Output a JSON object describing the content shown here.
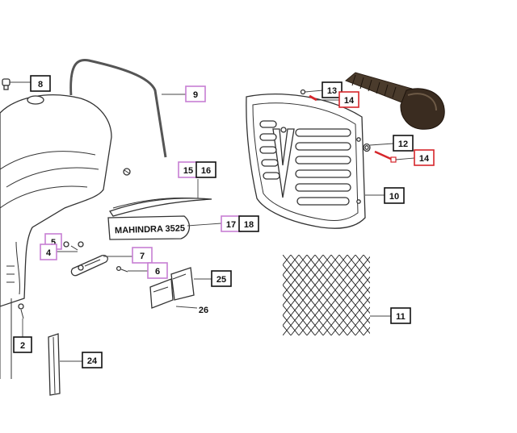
{
  "decal_text": "MAHINDRA 3525",
  "colors": {
    "black_box": "#111111",
    "purple_box": "#c77fd3",
    "red_box": "#d6262b"
  },
  "callouts": [
    {
      "id": "c8",
      "text": "8",
      "style": "black"
    },
    {
      "id": "c9",
      "text": "9",
      "style": "purple"
    },
    {
      "id": "c13",
      "text": "13",
      "style": "black"
    },
    {
      "id": "c14a",
      "text": "14",
      "style": "red"
    },
    {
      "id": "c12",
      "text": "12",
      "style": "black"
    },
    {
      "id": "c14b",
      "text": "14",
      "style": "red"
    },
    {
      "id": "c15",
      "text": "15",
      "style": "purple"
    },
    {
      "id": "c16",
      "text": "16",
      "style": "black"
    },
    {
      "id": "c10",
      "text": "10",
      "style": "black"
    },
    {
      "id": "c17",
      "text": "17",
      "style": "purple"
    },
    {
      "id": "c18",
      "text": "18",
      "style": "black"
    },
    {
      "id": "c5",
      "text": "5",
      "style": "purple"
    },
    {
      "id": "c4",
      "text": "4",
      "style": "none"
    },
    {
      "id": "c7",
      "text": "7",
      "style": "purple"
    },
    {
      "id": "c6",
      "text": "6",
      "style": "purple"
    },
    {
      "id": "c25",
      "text": "25",
      "style": "black"
    },
    {
      "id": "c26",
      "text": "26",
      "style": "none"
    },
    {
      "id": "c11",
      "text": "11",
      "style": "black"
    },
    {
      "id": "c2",
      "text": "2",
      "style": "black"
    },
    {
      "id": "c24",
      "text": "24",
      "style": "black"
    }
  ]
}
